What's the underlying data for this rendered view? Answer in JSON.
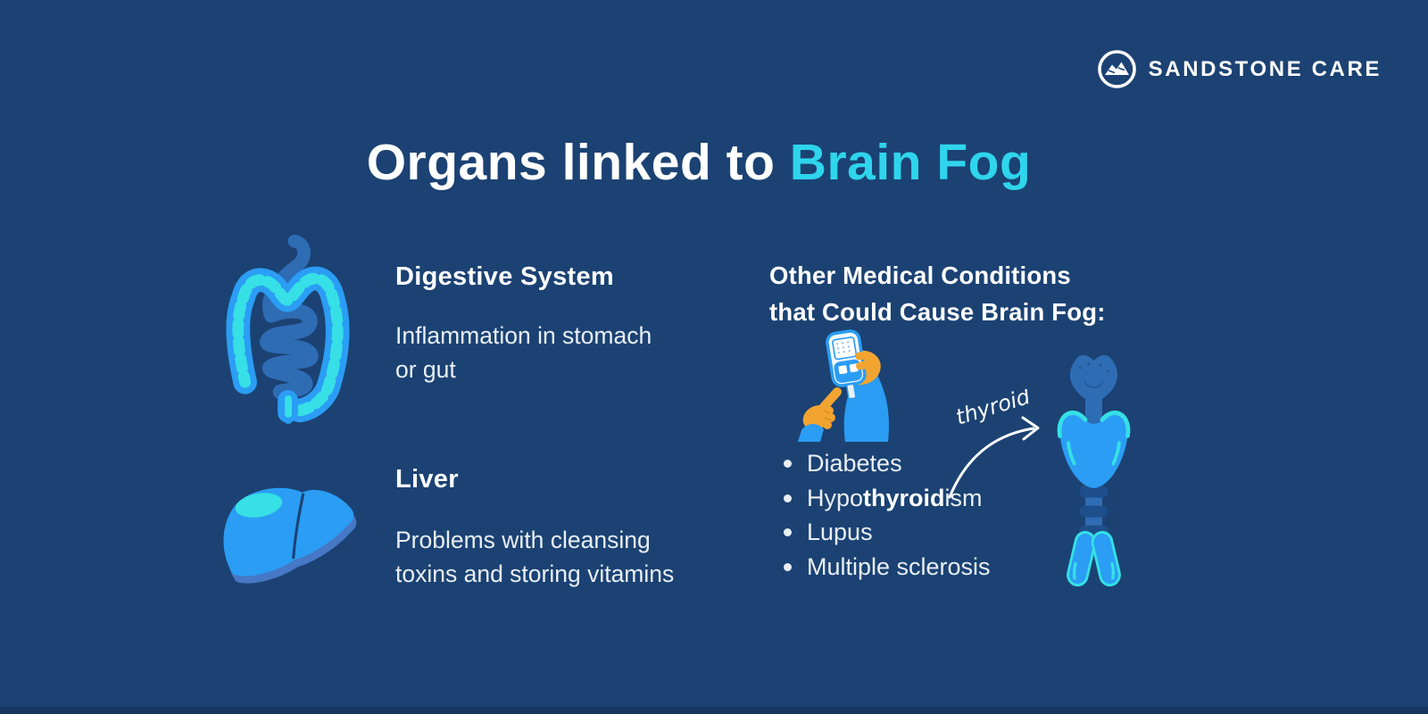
{
  "page": {
    "background": "#1B4273",
    "footer_strip_color": "#15375D"
  },
  "colors": {
    "accent_cyan": "#2ED5EC",
    "bright_blue": "#2B9DF4",
    "medium_blue": "#2E6CB4",
    "highlight_cyan": "#36E0E6",
    "hand_orange": "#F2A431",
    "body_text": "#E9EFF5",
    "heading_text": "#FFFFFF"
  },
  "logo": {
    "brand": "SANDSTONE CARE",
    "icon": "mountains-in-circle"
  },
  "title": {
    "prefix": "Organs linked to ",
    "accent": "Brain Fog"
  },
  "sections": {
    "digestive": {
      "heading": "Digestive System",
      "line1": "Inflammation in stomach",
      "line2": "or gut",
      "illustration": "intestines"
    },
    "liver": {
      "heading": "Liver",
      "line1": "Problems with cleansing",
      "line2": "toxins and storing vitamins",
      "illustration": "liver"
    },
    "other": {
      "heading_line1": "Other Medical Conditions",
      "heading_line2": "that Could Cause Brain Fog:",
      "annotation": "thyroid",
      "illustrations": [
        "glucose-meter-with-hands",
        "thyroid-gland"
      ],
      "bullets": [
        {
          "pre": "Diabetes",
          "bold": "",
          "post": ""
        },
        {
          "pre": "Hypo",
          "bold": "thyroid",
          "post": "ism"
        },
        {
          "pre": "Lupus",
          "bold": "",
          "post": ""
        },
        {
          "pre": "Multiple sclerosis",
          "bold": "",
          "post": ""
        }
      ]
    }
  }
}
